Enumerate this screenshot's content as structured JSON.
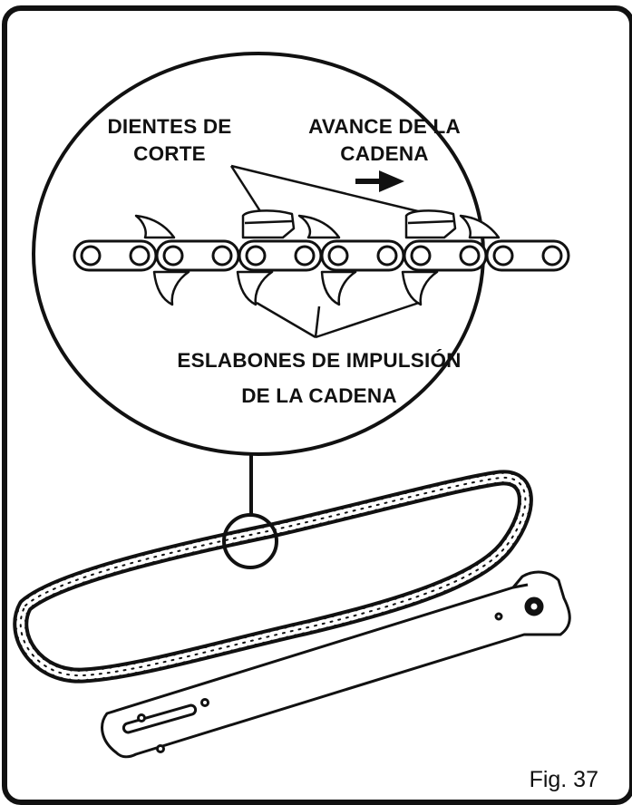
{
  "labels": {
    "cutters_line1": "DIENTES DE",
    "cutters_line2": "CORTE",
    "rotation_line1": "AVANCE DE LA",
    "rotation_line2": "CADENA",
    "drive_links_line1": "ESLABONES DE IMPULSIÓN",
    "drive_links_line2": "DE LA CADENA"
  },
  "figure_caption": "Fig. 37",
  "colors": {
    "ink": "#111111",
    "paper": "#ffffff"
  }
}
